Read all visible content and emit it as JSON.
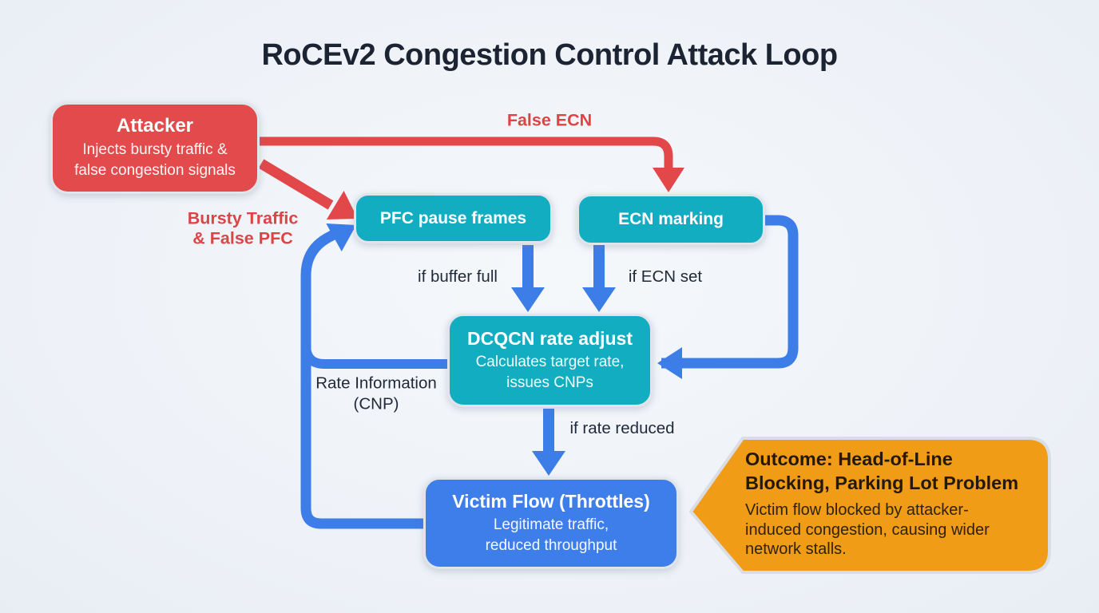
{
  "title": "RoCEv2 Congestion Control Attack Loop",
  "colors": {
    "attacker_red": "#e24a4c",
    "process_teal": "#13adc2",
    "victim_blue": "#3e7eea",
    "outcome_orange": "#f09c17",
    "arrow_red": "#e2484a",
    "arrow_blue": "#3d7de8",
    "red_label_text": "#dc4446",
    "dark_text": "#1c2433",
    "background": "#eff3f8"
  },
  "nodes": {
    "attacker": {
      "title": "Attacker",
      "sub1": "Injects bursty traffic &",
      "sub2": "false congestion signals"
    },
    "pfc": {
      "title": "PFC pause frames"
    },
    "ecn": {
      "title": "ECN marking"
    },
    "dcqcn": {
      "title": "DCQCN rate adjust",
      "sub1": "Calculates target rate,",
      "sub2": "issues CNPs"
    },
    "victim": {
      "title": "Victim Flow (Throttles)",
      "sub1": "Legitimate traffic,",
      "sub2": "reduced throughput"
    },
    "outcome": {
      "title1": "Outcome: Head-of-Line",
      "title2": "Blocking, Parking Lot Problem",
      "body1": "Victim flow blocked by attacker-",
      "body2": "induced congestion, causing wider",
      "body3": "network stalls."
    }
  },
  "labels": {
    "false_ecn": "False ECN",
    "bursty1": "Bursty Traffic",
    "bursty2": "& False PFC",
    "if_buffer_full": "if buffer full",
    "if_ecn_set": "if ECN set",
    "if_rate_reduced": "if rate reduced",
    "rate_info1": "Rate Information",
    "rate_info2": "(CNP)"
  }
}
